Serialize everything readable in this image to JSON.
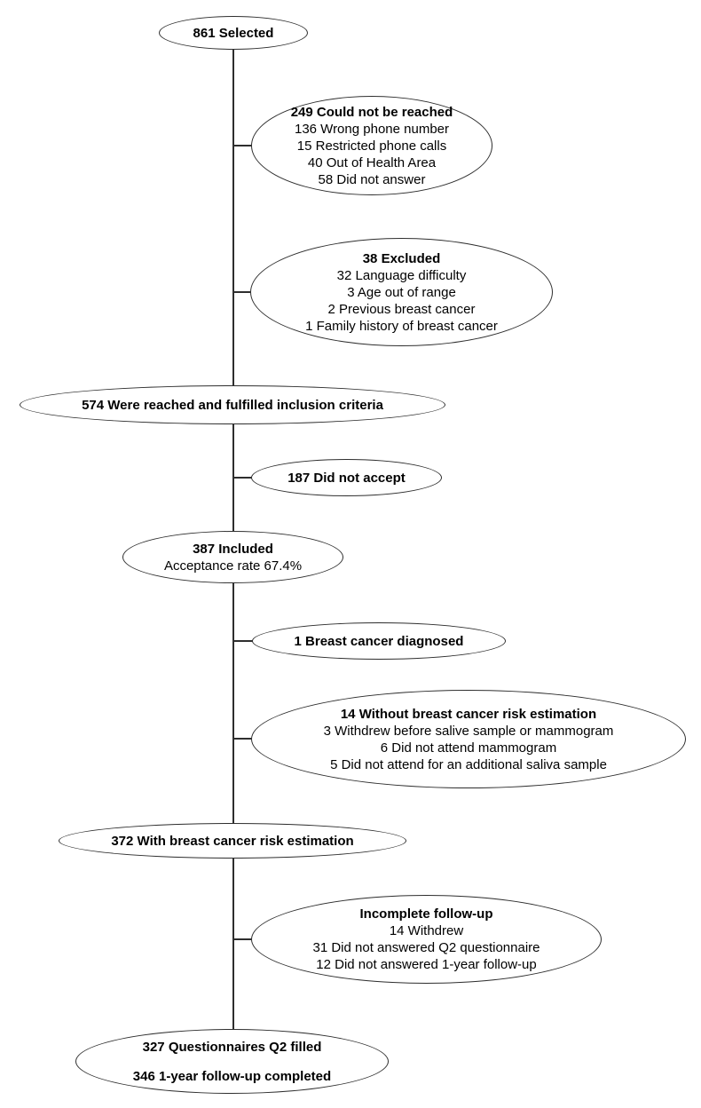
{
  "figure": {
    "type": "study-flow-diagram",
    "background": "#ffffff",
    "stroke_color": "#2e2e2e",
    "text_color": "#000000"
  },
  "nodes": {
    "selected": {
      "title": "861 Selected"
    },
    "not_reached": {
      "title": "249 Could not be reached",
      "lines": [
        "136 Wrong phone number",
        "15 Restricted phone calls",
        "40 Out of Health Area",
        "58 Did not answer"
      ]
    },
    "excluded": {
      "title": "38 Excluded",
      "lines": [
        "32 Language difficulty",
        "3 Age out of range",
        "2 Previous breast cancer",
        "1 Family history of breast cancer"
      ]
    },
    "reached": {
      "title": "574 Were reached and fulfilled inclusion criteria"
    },
    "did_not_accept": {
      "title": "187 Did not accept"
    },
    "included": {
      "title": "387 Included",
      "subtitle": "Acceptance rate 67.4%"
    },
    "breast_cancer_diagnosed": {
      "title": "1 Breast cancer diagnosed"
    },
    "without_risk_estimation": {
      "title": "14 Without breast cancer risk estimation",
      "lines": [
        "3 Withdrew before salive sample or mammogram",
        "6 Did not attend mammogram",
        "5 Did not attend for an additional saliva sample"
      ]
    },
    "with_risk_estimation": {
      "title": "372 With breast cancer risk estimation"
    },
    "incomplete_followup": {
      "title": "Incomplete follow-up",
      "lines": [
        "14 Withdrew",
        "31 Did not answered Q2 questionnaire",
        "12 Did not answered 1-year follow-up"
      ]
    },
    "final": {
      "line1": "327 Questionnaires Q2 filled",
      "line2": "346 1-year follow-up completed"
    }
  }
}
